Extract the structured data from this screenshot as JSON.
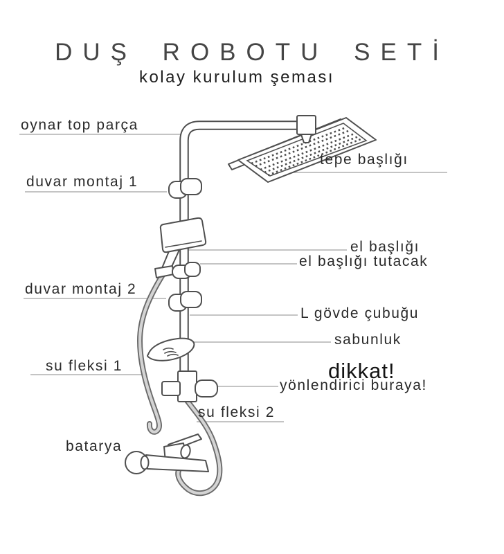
{
  "page": {
    "title": "DUŞ ROBOTU SETİ",
    "subtitle": "kolay kurulum şeması"
  },
  "labels": {
    "oynar_top_parca": "oynar top parça",
    "duvar_montaj_1": "duvar montaj 1",
    "tepe_basligi": "tepe başlığı",
    "el_basligi": "el başlığı",
    "el_basligi_tutacak": "el başlığı tutacak",
    "duvar_montaj_2": "duvar montaj 2",
    "l_govde_cubugu": "L gövde çubuğu",
    "sabunluk": "sabunluk",
    "su_fleksi_1": "su fleksi 1",
    "dikkat": "dikkat!",
    "yonlendirici_buraya": "yönlendirici buraya!",
    "su_fleksi_2": "su fleksi 2",
    "batarya": "batarya"
  },
  "colors": {
    "background": "#ffffff",
    "title_text": "#454545",
    "label_text": "#2a2a2a",
    "ink_outline": "#4f4f4f",
    "leader_line": "#b0b0b0",
    "hose_outline": "#6a6a6a",
    "hose_fill": "#d4d4d4"
  }
}
